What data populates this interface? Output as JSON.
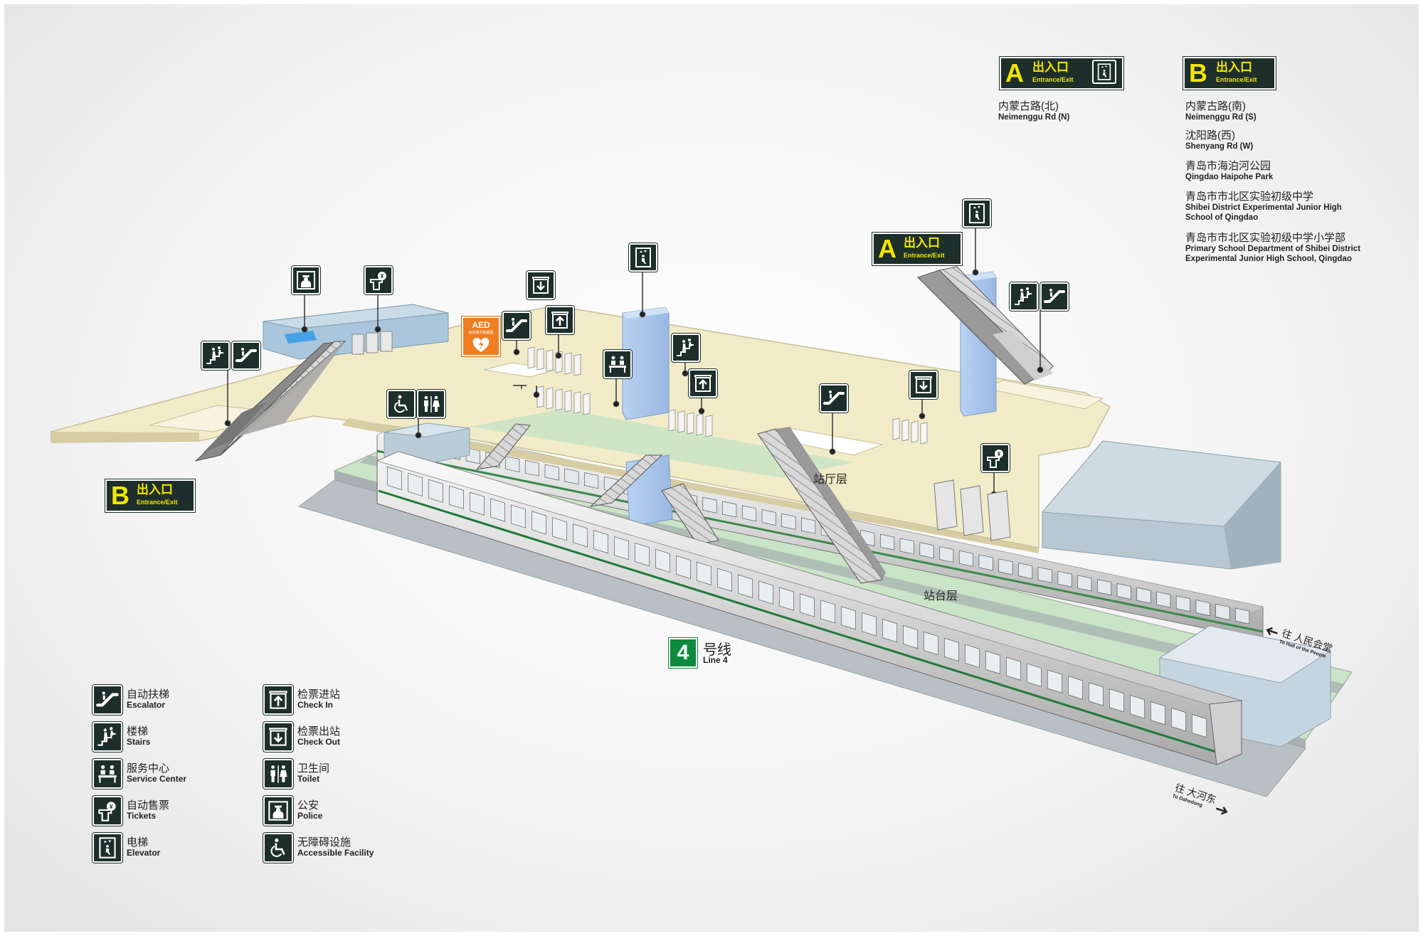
{
  "entrances": {
    "a_top": {
      "letter": "A",
      "cn": "出入口",
      "en": "Entrance/Exit"
    },
    "a_mid": {
      "letter": "A",
      "cn": "出入口",
      "en": "Entrance/Exit"
    },
    "b_top": {
      "letter": "B",
      "cn": "出入口",
      "en": "Entrance/Exit"
    },
    "b_left": {
      "letter": "B",
      "cn": "出入口",
      "en": "Entrance/Exit"
    }
  },
  "destinations_a": [
    {
      "cn": "内蒙古路(北)",
      "en": "Neimenggu Rd (N)"
    }
  ],
  "destinations_b": [
    {
      "cn": "内蒙古路(南)",
      "en": "Neimenggu Rd (S)"
    },
    {
      "cn": "沈阳路(西)",
      "en": "Shenyang Rd (W)"
    },
    {
      "cn": "青岛市海泊河公园",
      "en": "Qingdao Haipohe Park"
    },
    {
      "cn": "青岛市市北区实验初级中学",
      "en": "Shibei District Experimental Junior High",
      "en2": "School of Qingdao"
    },
    {
      "cn": "青岛市市北区实验初级中学小学部",
      "en": "Primary School Department of Shibei District",
      "en2": "Experimental Junior High School, Qingdao"
    }
  ],
  "floors": {
    "concourse": "站厅层",
    "platform": "站台层"
  },
  "line": {
    "number": "4",
    "cn": "号线",
    "en": "Line 4",
    "color": "#0e8a3c"
  },
  "aed": {
    "title": "AED",
    "sub": "自动体外除颤器"
  },
  "directions": {
    "right": {
      "cn": "往 人民会堂",
      "en": "To Hall of the People"
    },
    "bottom": {
      "cn": "往 大河东",
      "en": "To Dahedong"
    }
  },
  "legend": [
    {
      "icon": "escalator-icon",
      "cn": "自动扶梯",
      "en": "Escalator"
    },
    {
      "icon": "stairs-icon",
      "cn": "楼梯",
      "en": "Stairs"
    },
    {
      "icon": "service-center-icon",
      "cn": "服务中心",
      "en": "Service Center"
    },
    {
      "icon": "ticket-machine-icon",
      "cn": "自动售票",
      "en": "Tickets"
    },
    {
      "icon": "elevator-icon",
      "cn": "电梯",
      "en": "Elevator"
    },
    {
      "icon": "check-in-icon",
      "cn": "检票进站",
      "en": "Check In"
    },
    {
      "icon": "check-out-icon",
      "cn": "检票出站",
      "en": "Check Out"
    },
    {
      "icon": "toilet-icon",
      "cn": "卫生间",
      "en": "Toilet"
    },
    {
      "icon": "police-icon",
      "cn": "公安",
      "en": "Police"
    },
    {
      "icon": "accessible-icon",
      "cn": "无障碍设施",
      "en": "Accessible Facility"
    }
  ],
  "colors": {
    "sign_bg": "#1e2f2b",
    "sign_text": "#f2e600",
    "concourse": "#f1ebc8",
    "platform": "#c9e4c6",
    "elevator_shaft": "#a9c6ec",
    "equipment_room": "#b7c8d3",
    "aed": "#ef7d22"
  }
}
